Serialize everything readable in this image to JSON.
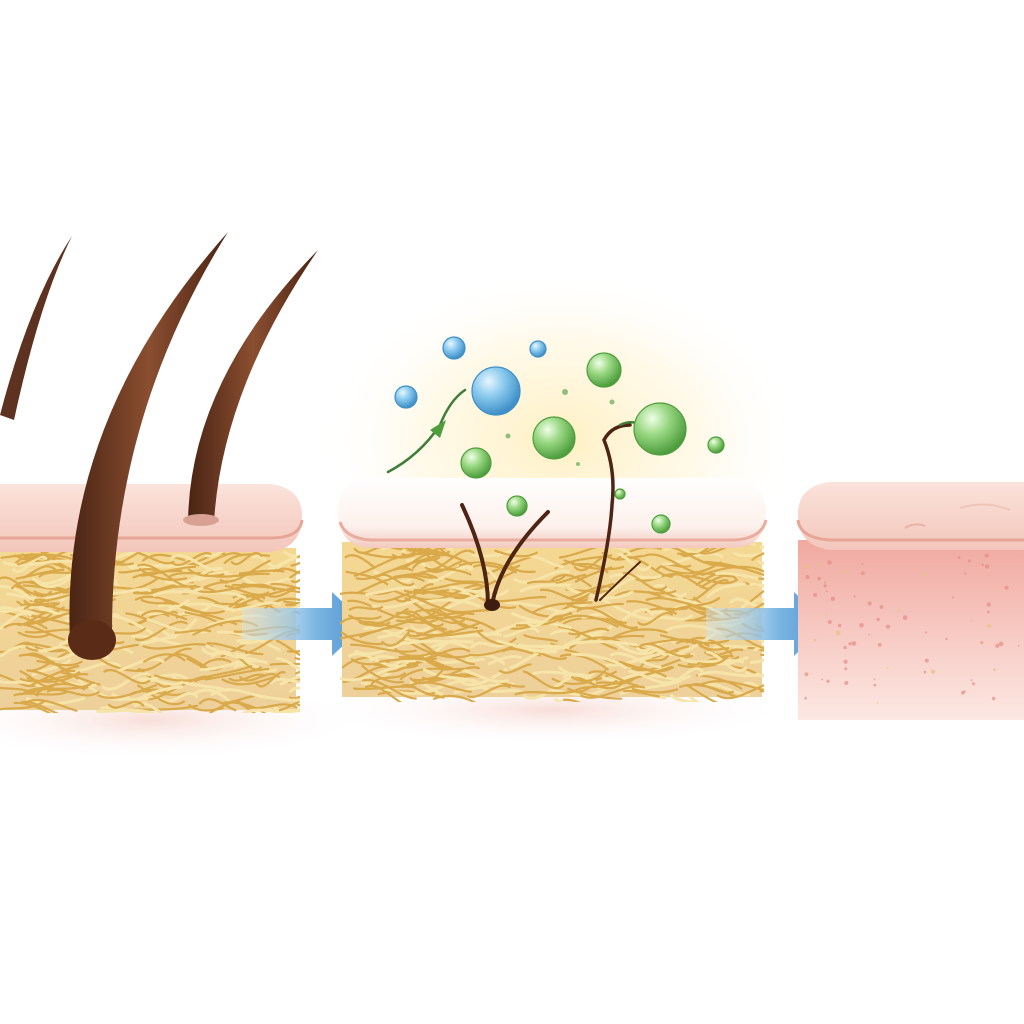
{
  "diagram": {
    "stages": [
      {
        "id": "hair-present",
        "hair_count": 3
      },
      {
        "id": "hair-dissolving",
        "hair_count": 2,
        "bubble_count": 12
      },
      {
        "id": "hair-removed",
        "hair_count": 0
      }
    ],
    "arrows": 2,
    "colors": {
      "skin_top": "#f6d3c9",
      "skin_top_light": "#fbe6de",
      "skin_edge": "#e7a79b",
      "fat_base": "#f1d08a",
      "fat_strand": "#d9a94a",
      "fat_strand_light": "#f7e4a8",
      "hair": "#6b3a24",
      "hair_dark": "#4a2414",
      "bubble_blue": "#7cc3e8",
      "bubble_green": "#8fd27a",
      "arrow": "#5b9fd6",
      "glow": "#fff2c6",
      "dermis_pink": "#f2b8ae"
    }
  }
}
